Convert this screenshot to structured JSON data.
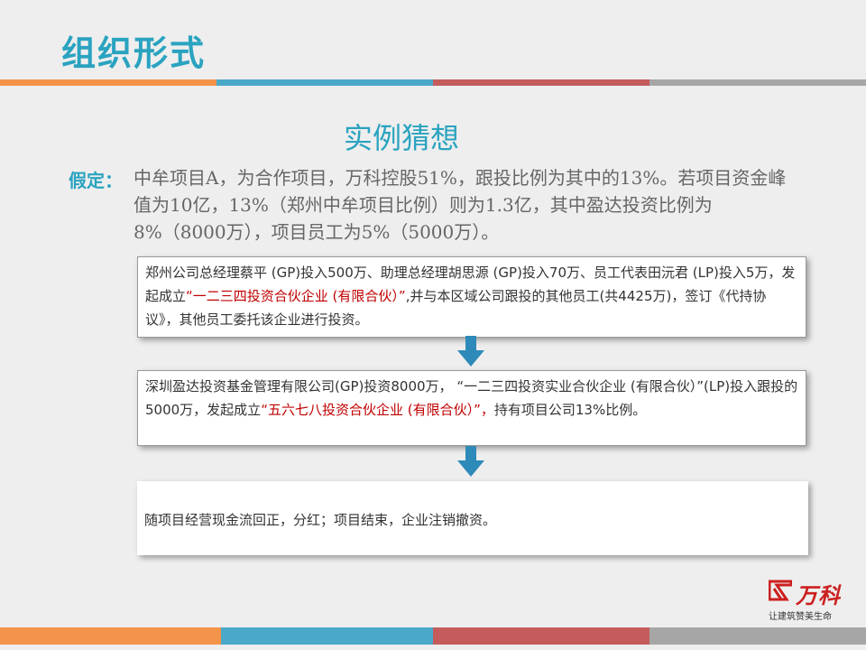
{
  "title": "组织形式",
  "colors": {
    "accent": "#2aa3c0",
    "highlight": "#c00000",
    "stripe": [
      "#f4934a",
      "#4aa9c9",
      "#c45c5c",
      "#a6a6a6"
    ],
    "arrow": "#2e8ab8",
    "logo": "#cc1f1f"
  },
  "section_heading": "实例猜想",
  "assumption": {
    "label": "假定：",
    "text": "中牟项目A，为合作项目，万科控股51%，跟投比例为其中的13%。若项目资金峰值为10亿，13%（郑州中牟项目比例）则为1.3亿，其中盈达投资比例为8%（8000万），项目员工为5%（5000万）。"
  },
  "box1": {
    "before": "郑州公司总经理蔡平 (GP)投入500万、助理总经理胡思源 (GP)投入70万、员工代表田沅君 (LP)投入5万，发起成立",
    "highlight": "“一二三四投资合伙企业 (有限合伙）”",
    "after": ",并与本区域公司跟投的其他员工(共4425万)，签订《代持协议》，其他员工委托该企业进行投资。"
  },
  "box2": {
    "before": "深圳盈达投资基金管理有限公司(GP)投资8000万，  “一二三四投资实业合伙企业 (有限合伙）”(LP)投入跟投的5000万，发起成立",
    "highlight": "“五六七八投资合伙企业 (有限合伙）”，",
    "after": "持有项目公司13%比例。"
  },
  "box3": {
    "text": "随项目经营现金流回正，分红；项目结束，企业注销撤资。"
  },
  "logo": {
    "icon": "vanke-logo-icon",
    "name": "万科",
    "slogan": "让建筑赞美生命"
  }
}
